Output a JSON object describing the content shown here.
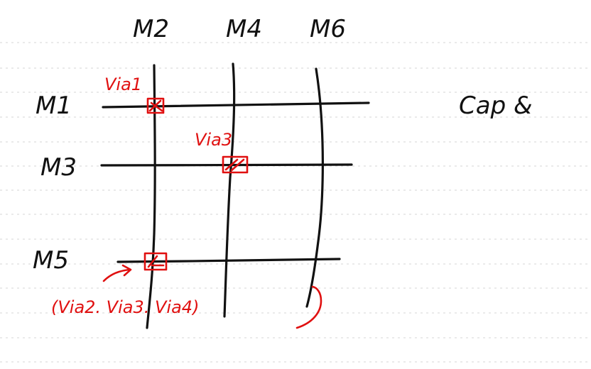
{
  "colors": {
    "ink": "#111111",
    "annotation": "#e01010",
    "ruled_line": "#d4d4d4",
    "paper": "#ffffff"
  },
  "vertical_layers": [
    "M2",
    "M4",
    "M6"
  ],
  "horizontal_layers": [
    "M1",
    "M3",
    "M5"
  ],
  "vias": [
    {
      "label": "Via1",
      "between": [
        "M1",
        "M2"
      ]
    },
    {
      "label": "Via3",
      "between": [
        "M3",
        "M4"
      ]
    }
  ],
  "stacked_via_note": "(Via2. Via3. Via4)",
  "side_note": "Cap &"
}
